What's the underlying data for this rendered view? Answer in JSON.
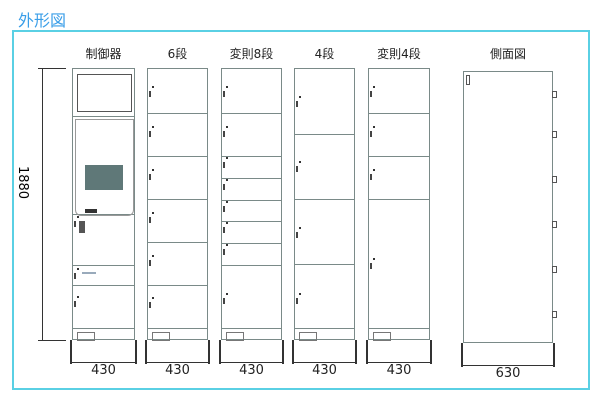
{
  "title": "外形図",
  "units": [
    {
      "label": "制御器",
      "width": "430"
    },
    {
      "label": "6段",
      "width": "430"
    },
    {
      "label": "変則8段",
      "width": "430"
    },
    {
      "label": "4段",
      "width": "430"
    },
    {
      "label": "変則4段",
      "width": "430"
    },
    {
      "label": "側面図",
      "width": "630"
    }
  ],
  "height_dim": "1880"
}
